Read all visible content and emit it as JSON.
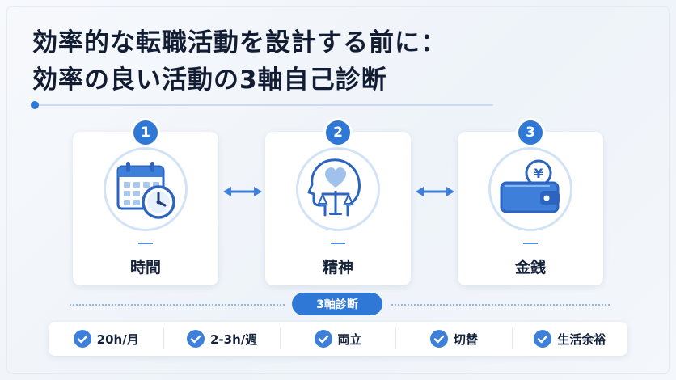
{
  "title": {
    "line1": "効率的な転職活動を設計する前に：",
    "line2": "効率の良い活動の3軸自己診断"
  },
  "cards": [
    {
      "number": "1",
      "label": "時間",
      "icon": "calendar-clock-icon"
    },
    {
      "number": "2",
      "label": "精神",
      "icon": "head-heart-scale-icon"
    },
    {
      "number": "3",
      "label": "金銭",
      "icon": "wallet-yen-icon"
    }
  ],
  "diagnosis_pill": "3軸診断",
  "checklist": [
    {
      "text": "20h/月"
    },
    {
      "text": "2-3h/週"
    },
    {
      "text": "両立"
    },
    {
      "text": "切替"
    },
    {
      "text": "生活余裕"
    }
  ],
  "colors": {
    "accent": "#2f78d6",
    "accent_light": "#d3e3f7",
    "title_text": "#121d33"
  }
}
